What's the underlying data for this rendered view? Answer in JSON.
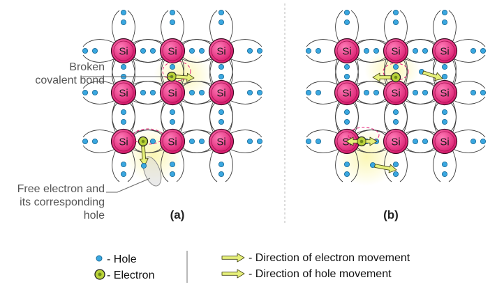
{
  "atom_label": "Si",
  "annotations": {
    "broken_bond_line1": "Broken",
    "broken_bond_line2": "covalent bond",
    "free_electron_line1": "Free electron and",
    "free_electron_line2": "its corresponding",
    "free_electron_line3": "hole"
  },
  "panels": {
    "a": "(a)",
    "b": "(b)"
  },
  "legend": {
    "hole": "- Hole",
    "electron": "- Electron",
    "electron_movement": "- Direction of electron movement",
    "hole_movement": "- Direction of hole movement"
  },
  "colors": {
    "atom": "#e8207a",
    "hole": "#3aa7e0",
    "electron": "#b9d33a",
    "arrow": "#e6f07a",
    "glow": "#fbf7c8"
  }
}
